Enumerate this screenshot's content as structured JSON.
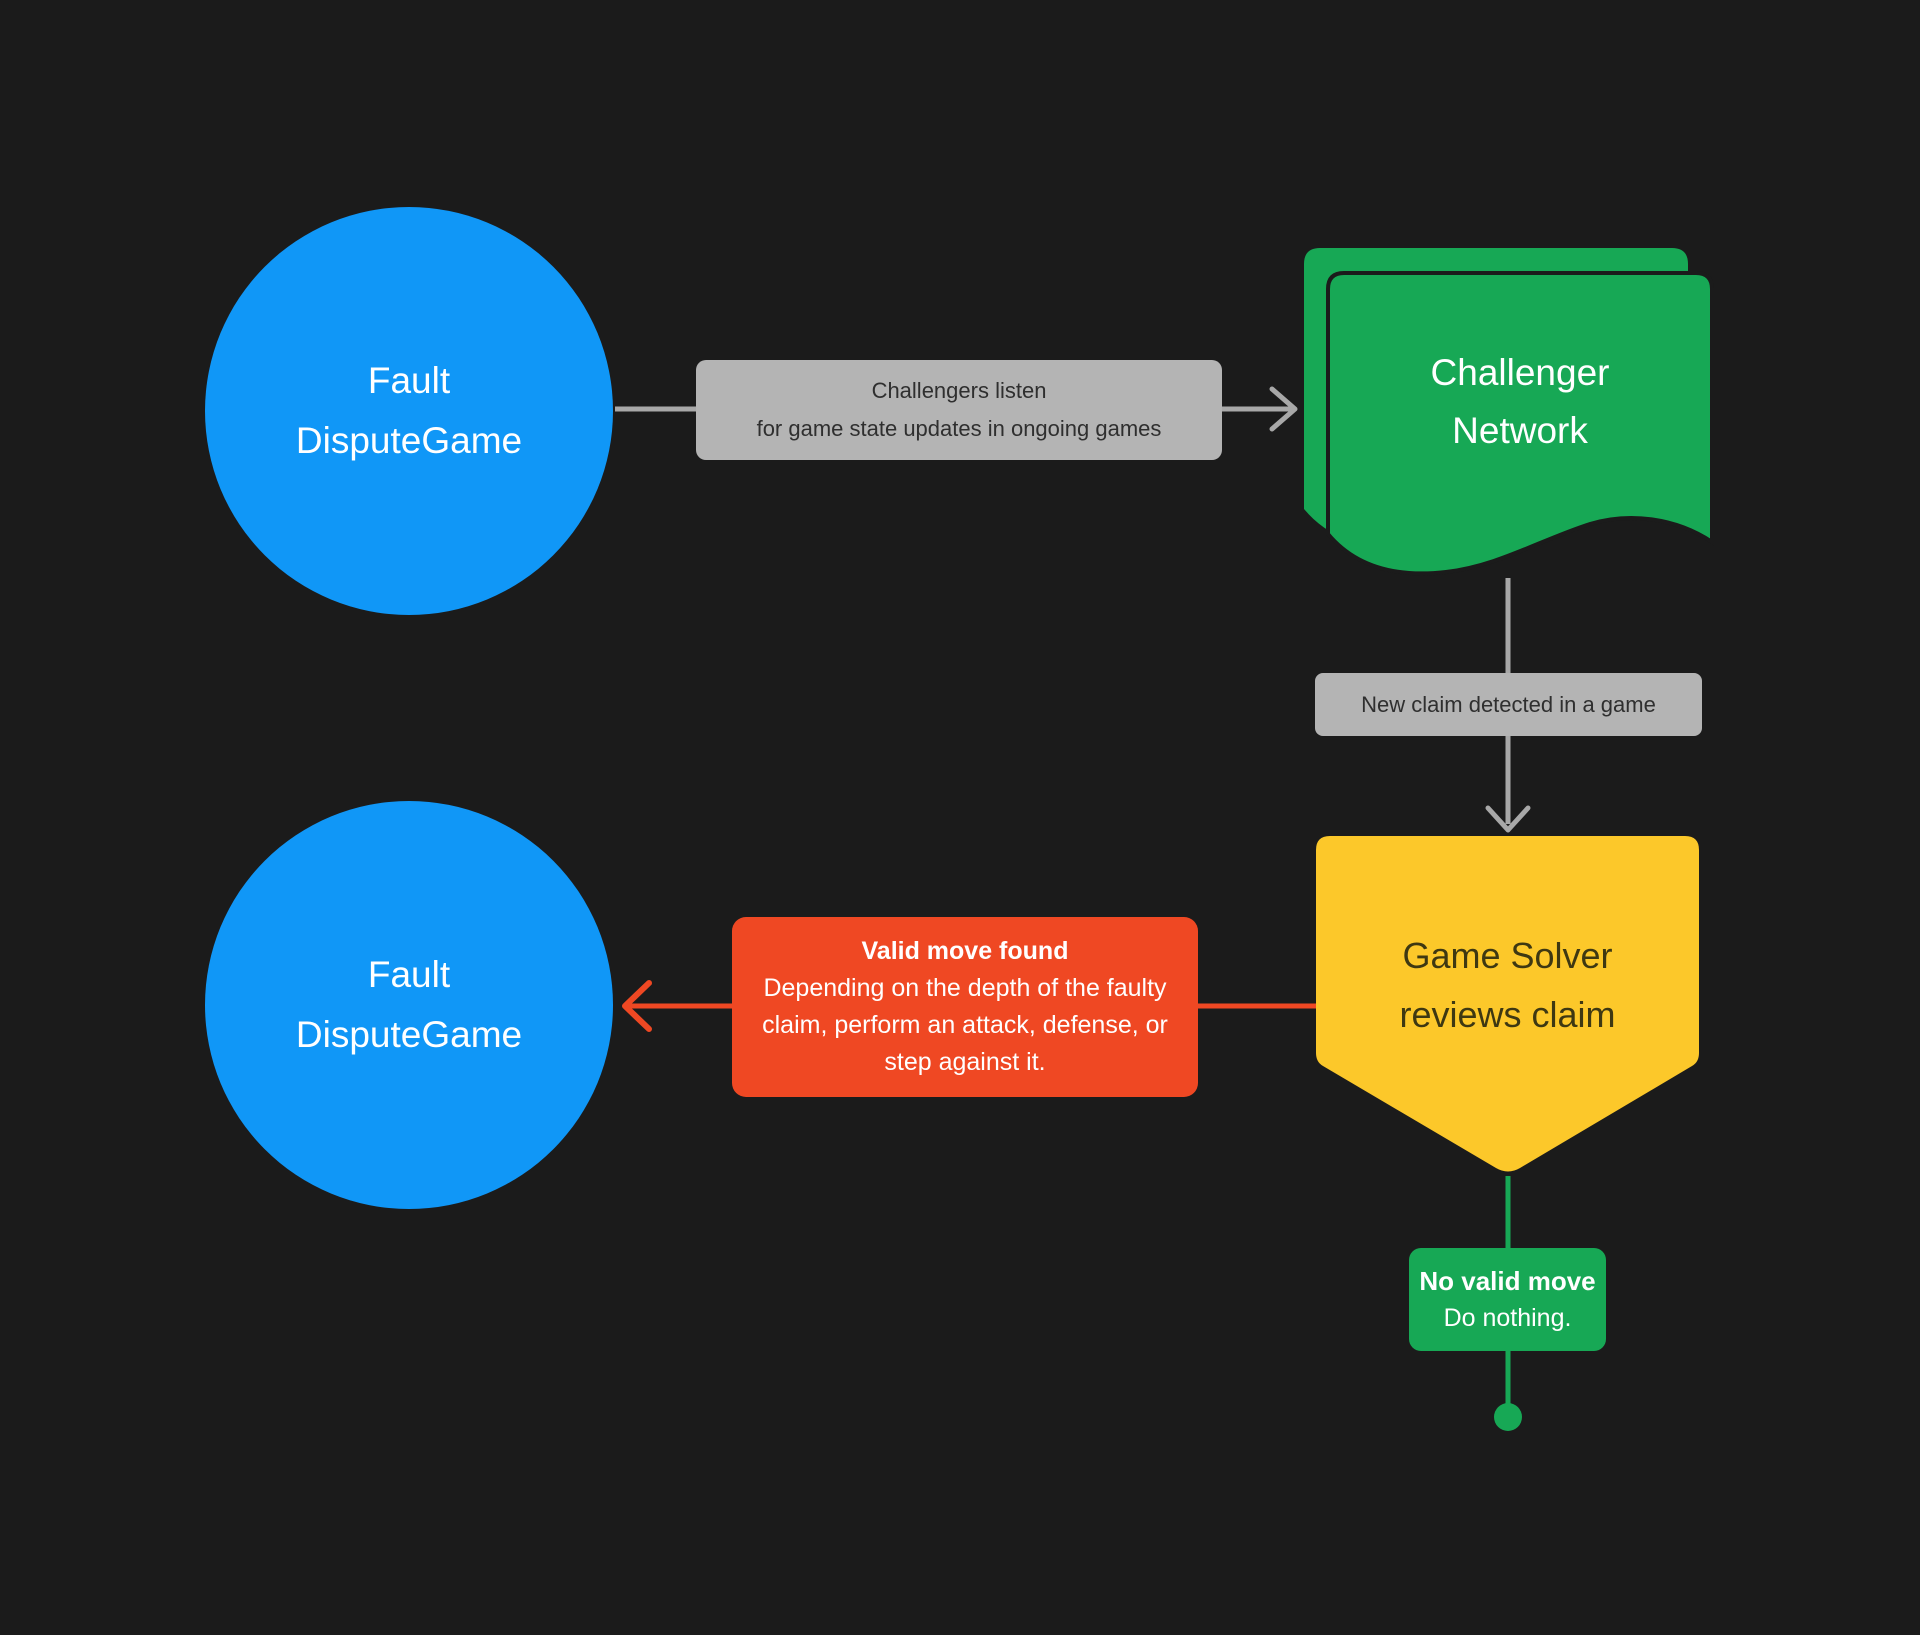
{
  "diagram": {
    "background": "#1B1B1B",
    "top_flow": {
      "fault_dispute_game": {
        "line1": "Fault",
        "line2": "DisputeGame",
        "color": "#1097F7",
        "text_color": "#FFFFFF"
      },
      "listen_label": {
        "line1": "Challengers listen",
        "line2": "for game state updates in ongoing games",
        "bg": "#B4B4B4",
        "text_color": "#2F2F2F"
      },
      "challenger_network": {
        "line1": "Challenger",
        "line2": "Network",
        "color": "#17A855",
        "text_color": "#FFFFFF"
      }
    },
    "middle_flow": {
      "new_claim_label": {
        "text": "New claim detected in a game",
        "bg": "#B4B4B4",
        "text_color": "#2F2F2F"
      },
      "game_solver": {
        "line1": "Game Solver",
        "line2": "reviews claim",
        "color": "#FCC82A",
        "text_color": "#3E3812"
      }
    },
    "valid_branch": {
      "valid_move_label": {
        "title": "Valid move found",
        "body": "Depending on the depth of the faulty claim, perform an attack, defense, or step against it.",
        "bg": "#EF4823",
        "text_color": "#FFFFFF"
      },
      "fault_dispute_game": {
        "line1": "Fault",
        "line2": "DisputeGame",
        "color": "#1097F7",
        "text_color": "#FFFFFF"
      }
    },
    "no_valid_branch": {
      "no_valid_move_label": {
        "title": "No valid move",
        "body": "Do nothing.",
        "bg": "#17A855",
        "text_color": "#FFFFFF"
      }
    },
    "connectors": {
      "gray": "#A8A8A8",
      "red": "#EF4823",
      "green": "#17A855"
    }
  }
}
